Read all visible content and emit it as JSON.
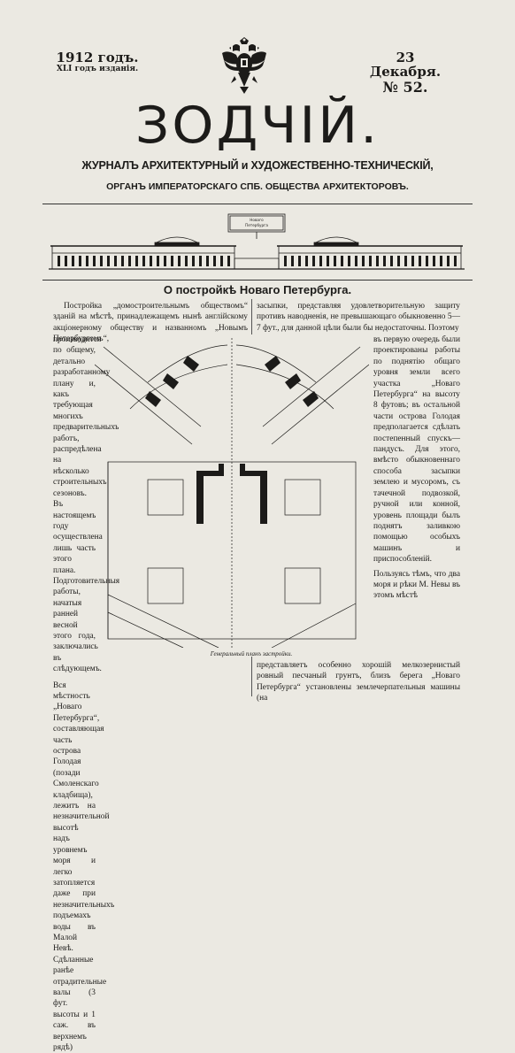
{
  "header": {
    "year": "1912 годъ.",
    "edition": "XLI годъ изданія.",
    "date": "23 Декабря.",
    "number": "№ 52."
  },
  "masthead": {
    "title": "ЗОДЧІЙ.",
    "subtitle": "ЖУРНАЛЪ АРХИТЕКТУРНЫЙ и ХУДОЖЕСТВЕННО-ТЕХНИЧЕСКІЙ,",
    "organ": "ОРГАНЪ ИМПЕРАТОРСКАГО СПБ. ОБЩЕСТВА АРХИТЕКТОРОВЪ."
  },
  "article": {
    "title": "О постройкѣ Новаго Петербурга.",
    "intro_left": "Постройка „домостроительнымъ обществомъ“ зданій на мѣстѣ, принадлежащемъ нынѣ англійскому акціонерному обществу и названномъ „Новымъ Петербургомъ“,",
    "left_col": "производится по общему, детально разработанному плану и, какъ требующая многихъ предварительныхъ работъ, распредѣлена на нѣсколько строительныхъ сезоновъ. Въ настоящемъ году осуществлена лишь часть этого плана. Подготовительныя работы, начатыя ранней весной этого года, заключались въ слѣдующемъ.",
    "left_col2": "Вся мѣстность „Новаго Петербурга“, составляющая часть острова Голодая (позади Смоленскаго кладбища), лежитъ на незначительной высотѣ надъ уровнемъ моря и легко затопляется даже при незначительныхъ подъемахъ воды въ Малой Невѣ. Сдѣланные ранѣе отрадительные валы (3 фут. высоты и 1 саж. въ верхнемъ рядѣ)",
    "intro_right": "засыпки, представляя удовлетворительную защиту противъ наводненія, не превышающаго обыкновенно 5—7 фут., для данной цѣли были бы недостаточны. Поэтому",
    "right_col": "въ первую очередь были проектированы работы по поднятію общаго уровня земли всего участка „Новаго Петербурга“ на высоту 8 футовъ; въ остальной части острова Голодая предполагается сдѣлать постепенный спускъ—пандусъ. Для этого, вмѣсто обыкновеннаго способа засыпки землею и мусоромъ, съ тачечной подвозкой, ручной или конной, уровень площади былъ поднятъ заливкою помощью особыхъ машинъ и приспособленій.",
    "right_col2": "Пользуясь тѣмъ, что два моря и рѣки М. Невы въ этомъ мѣстѣ",
    "bottom_right": "представляетъ особенно хорошій мелкозернистый ровный песчаный грунтъ, близъ берега „Новаго Петербурга“ установлены землечерпательныя машины (на",
    "plan_caption": "Генеральный планъ застройки."
  },
  "facade_label": [
    "Новаго",
    "Петербурга"
  ]
}
